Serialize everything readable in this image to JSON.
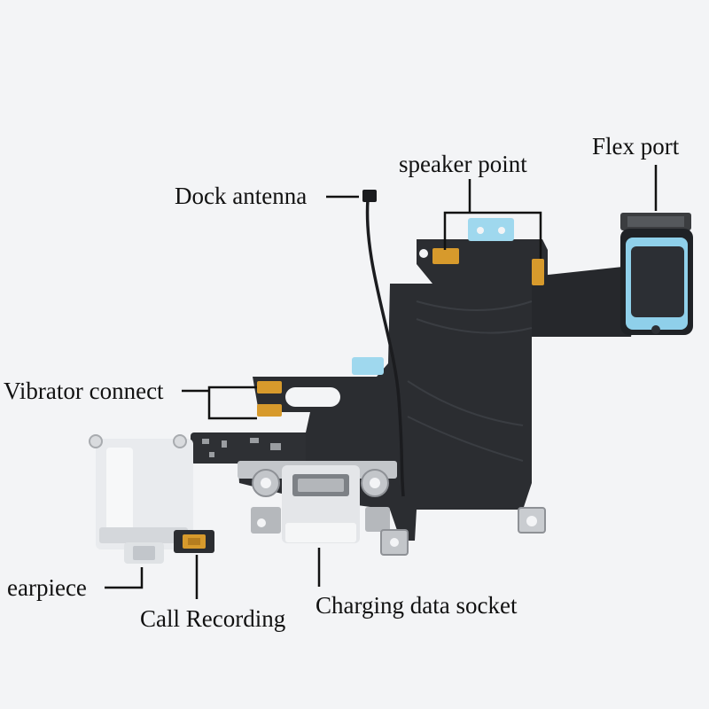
{
  "labels": {
    "flex_port": "Flex port",
    "speaker_point": "speaker point",
    "dock_antenna": "Dock antenna",
    "vibrator_connect": "Vibrator connect",
    "earpiece": "earpiece",
    "call_recording": "Call Recording",
    "charging_data_socket": "Charging data socket"
  },
  "colors": {
    "background": "#f3f4f6",
    "flex_cable": "#2b2d31",
    "gold_contact": "#d79a2c",
    "adhesive_blue": "#9fd8ee",
    "connector_white": "#e9ebee",
    "metal": "#c3c6ca",
    "leader_line": "#111111"
  }
}
